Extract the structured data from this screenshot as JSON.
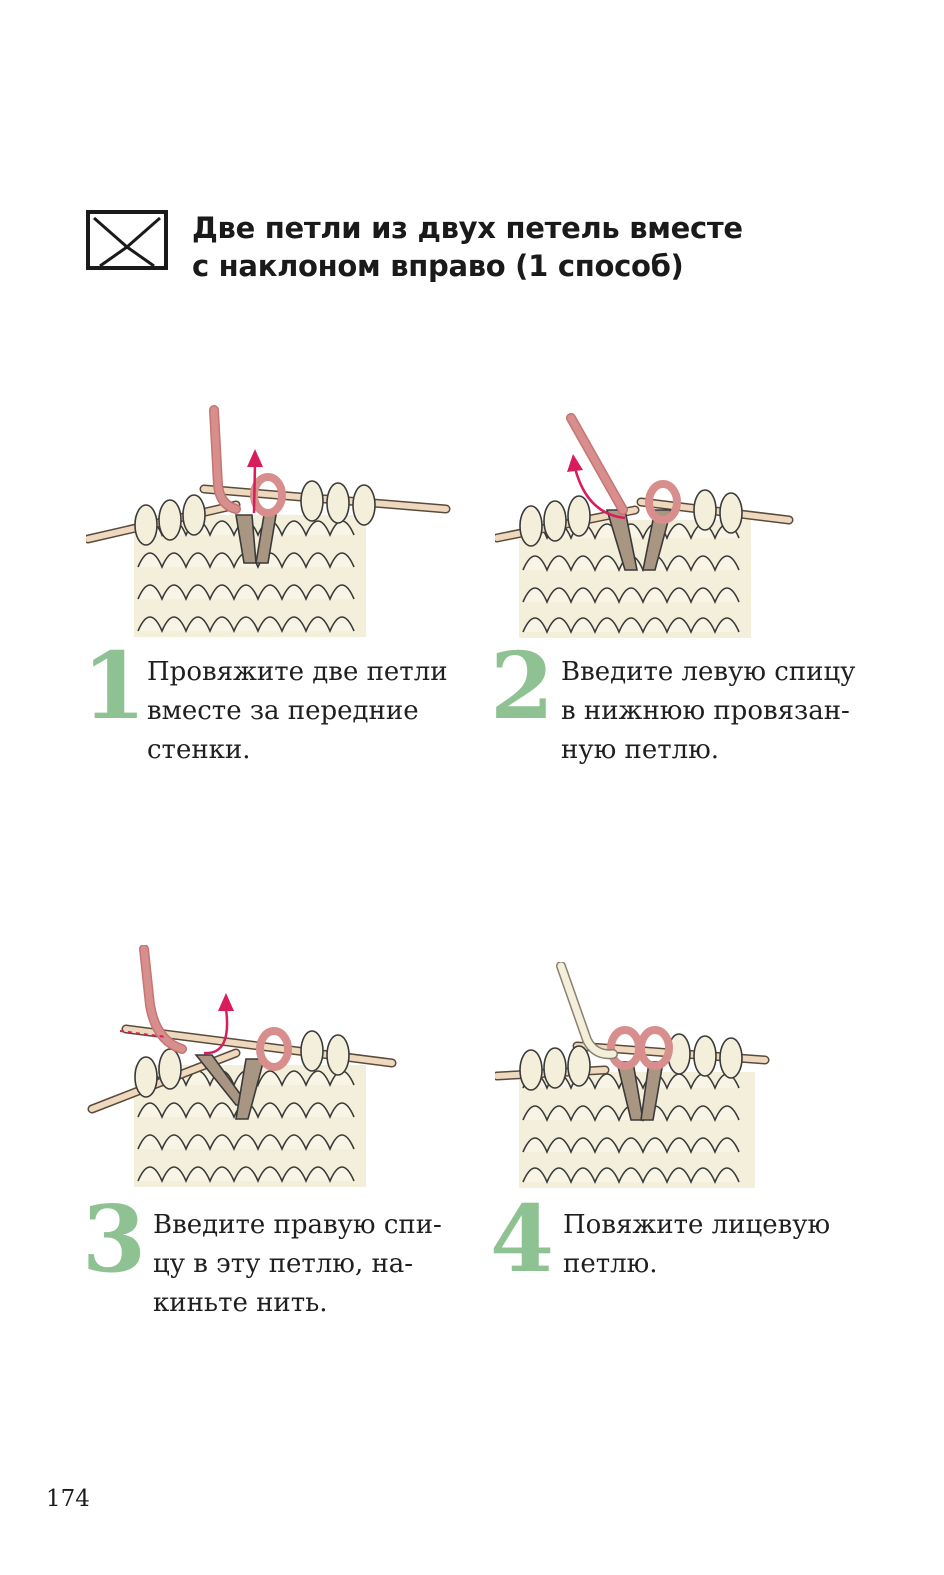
{
  "heading": {
    "lines": [
      "Две петли из двух петель вместе",
      "с наклоном вправо (1 способ)"
    ]
  },
  "symbol": {
    "icon": "decrease-right-symbol-icon"
  },
  "colors": {
    "accent_number": "#8fc293",
    "yarn_cream": "#f3efdb",
    "yarn_pink": "#d88e8c",
    "yarn_taupe": "#a89682",
    "needle": "#eed9bf",
    "arrow": "#d91c5c"
  },
  "steps": [
    {
      "number": "1",
      "lines": [
        "Провяжите две петли",
        "вместе за передние",
        "стенки."
      ]
    },
    {
      "number": "2",
      "lines": [
        "Введите левую спицу",
        "в нижнюю провязан-",
        "ную петлю."
      ]
    },
    {
      "number": "3",
      "lines": [
        "Введите правую спи-",
        "цу в эту петлю, на-",
        "киньте нить."
      ]
    },
    {
      "number": "4",
      "lines": [
        "Повяжите лицевую",
        "петлю."
      ]
    }
  ],
  "page_number": "174"
}
